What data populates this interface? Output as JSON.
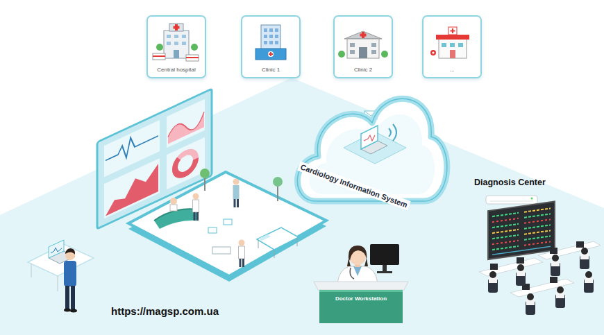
{
  "diagram": {
    "nodes": [
      {
        "text": [
          "Central hospital"
        ]
      },
      {
        "text": [
          "Clinic 1"
        ]
      },
      {
        "text": [
          "Clinic 2"
        ]
      },
      {
        "text": [
          "..."
        ]
      },
      {
        "text": [
          "Cardiology Information System"
        ]
      },
      {
        "text": [
          "Doctor Workstation"
        ]
      }
    ],
    "labels": [
      "Diagnosis Center",
      "https://magsp.com.ua"
    ]
  }
}
